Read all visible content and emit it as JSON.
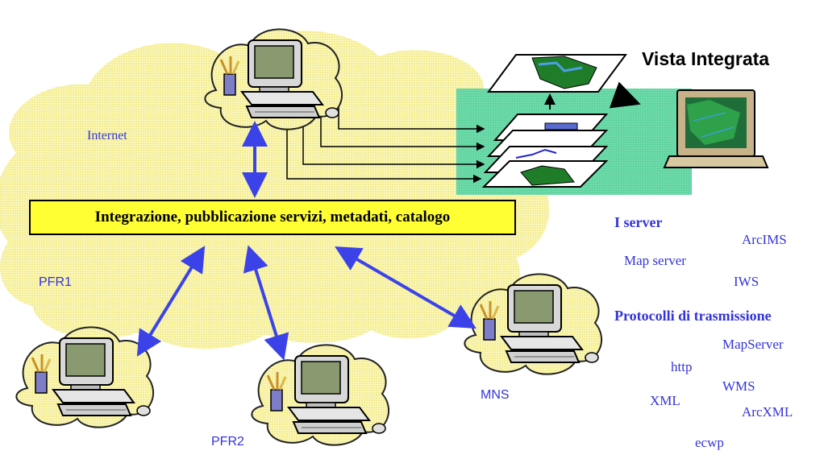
{
  "title": "Vista Integrata",
  "banner": "Integrazione, pubblicazione servizi, metadati, catalogo",
  "cloud_label": "Internet",
  "nodes": {
    "pfr1": "PFR1",
    "pfr2": "PFR2",
    "mns": "MNS"
  },
  "servers": {
    "heading": "I server",
    "items": [
      "ArcIMS",
      "Map server",
      "IWS"
    ]
  },
  "protocols": {
    "heading": "Protocolli di trasmissione",
    "items": [
      "MapServer",
      "http",
      "WMS",
      "XML",
      "ArcXML",
      "ecwp"
    ]
  },
  "colors": {
    "cloud": "#fbf5a6",
    "banner": "#ffff33",
    "arrow": "#3b43e8",
    "panel": "#66d9a6",
    "text_blue": "#3333dd"
  }
}
